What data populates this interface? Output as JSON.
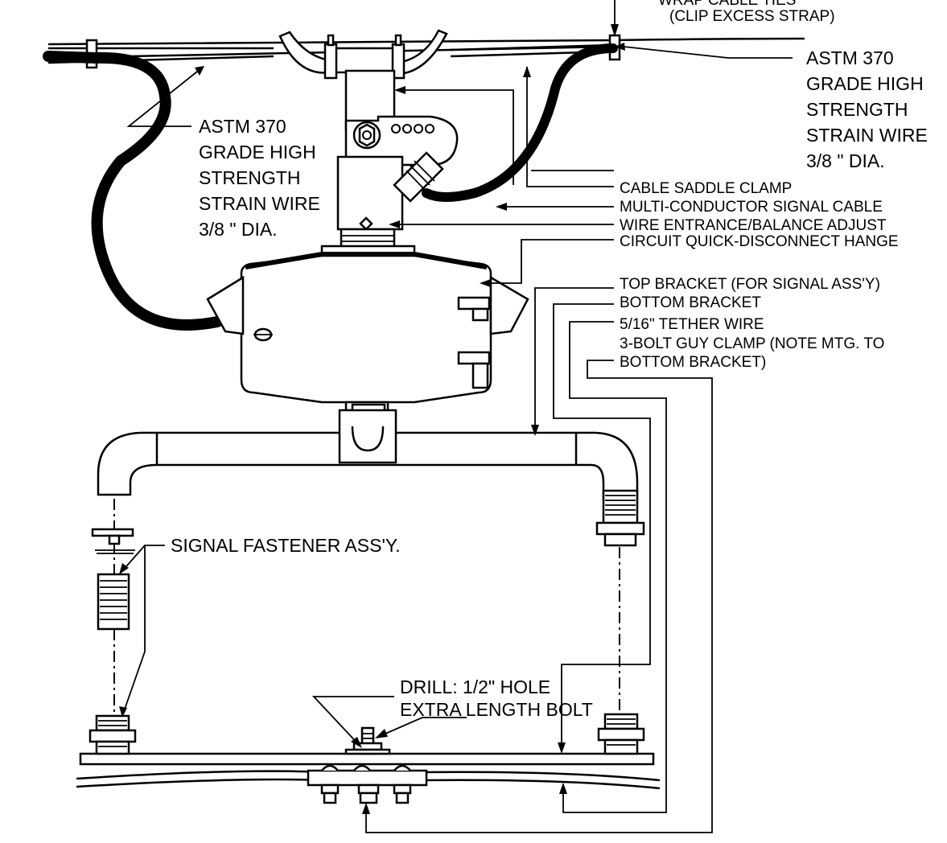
{
  "labels": {
    "wrap_cable_ties_line1": "WRAP CABLE TIES",
    "wrap_cable_ties_line2": "(CLIP EXCESS STRAP)",
    "strain_wire_right": [
      "ASTM 370",
      "GRADE HIGH",
      "STRENGTH",
      "STRAIN WIRE",
      "3/8 \" DIA."
    ],
    "strain_wire_left": [
      "ASTM 370",
      "GRADE HIGH",
      "STRENGTH",
      "STRAIN WIRE",
      "3/8 \" DIA."
    ],
    "cable_saddle_clamp": "CABLE SADDLE CLAMP",
    "multi_conductor_signal_cable": "MULTI-CONDUCTOR SIGNAL CABLE",
    "wire_entrance_balance_adjust": "WIRE ENTRANCE/BALANCE ADJUST",
    "circuit_quick_disconnect_hange": "CIRCUIT QUICK-DISCONNECT HANGE",
    "top_bracket": "TOP BRACKET (FOR SIGNAL ASS'Y)",
    "bottom_bracket": "BOTTOM BRACKET",
    "tether_wire": "5/16\" TETHER WIRE",
    "guy_clamp_line1": "3-BOLT GUY CLAMP (NOTE MTG. TO",
    "guy_clamp_line2": "BOTTOM BRACKET)",
    "signal_fastener": "SIGNAL FASTENER ASS'Y.",
    "drill_hole": "DRILL: 1/2\" HOLE",
    "extra_length_bolt": "EXTRA LENGTH BOLT"
  },
  "colors": {
    "line": "#000000",
    "background": "#ffffff",
    "fill": "#e8e8e8"
  }
}
